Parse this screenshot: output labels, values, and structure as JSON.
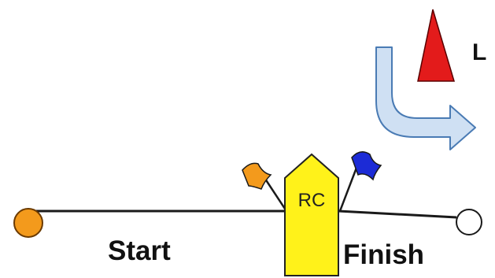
{
  "labels": {
    "start": "Start",
    "finish": "Finish",
    "rc": "RC",
    "mark": "L"
  },
  "colors": {
    "background": "#ffffff",
    "line": "#1a1a1a",
    "pin_end": "#f39a1c",
    "pin_end_stroke": "#6b3a00",
    "finish_pin": "#ffffff",
    "rc_boat_fill": "#fff21a",
    "rc_boat_stroke": "#222222",
    "orange_flag": "#f39a1c",
    "blue_flag": "#1c2bd6",
    "mark_fill": "#e31b1b",
    "mark_stroke": "#5a0000",
    "arrow_fill": "#cfe0f3",
    "arrow_stroke": "#4a7bb4"
  },
  "icons": {
    "pin_end": "orange-buoy-icon",
    "finish_pin": "white-buoy-icon",
    "rc_boat": "committee-boat-icon",
    "mark": "red-cone-mark-icon",
    "course_arrow": "curved-arrow-icon",
    "flag_orange": "orange-flag-icon",
    "flag_blue": "blue-flag-icon"
  }
}
